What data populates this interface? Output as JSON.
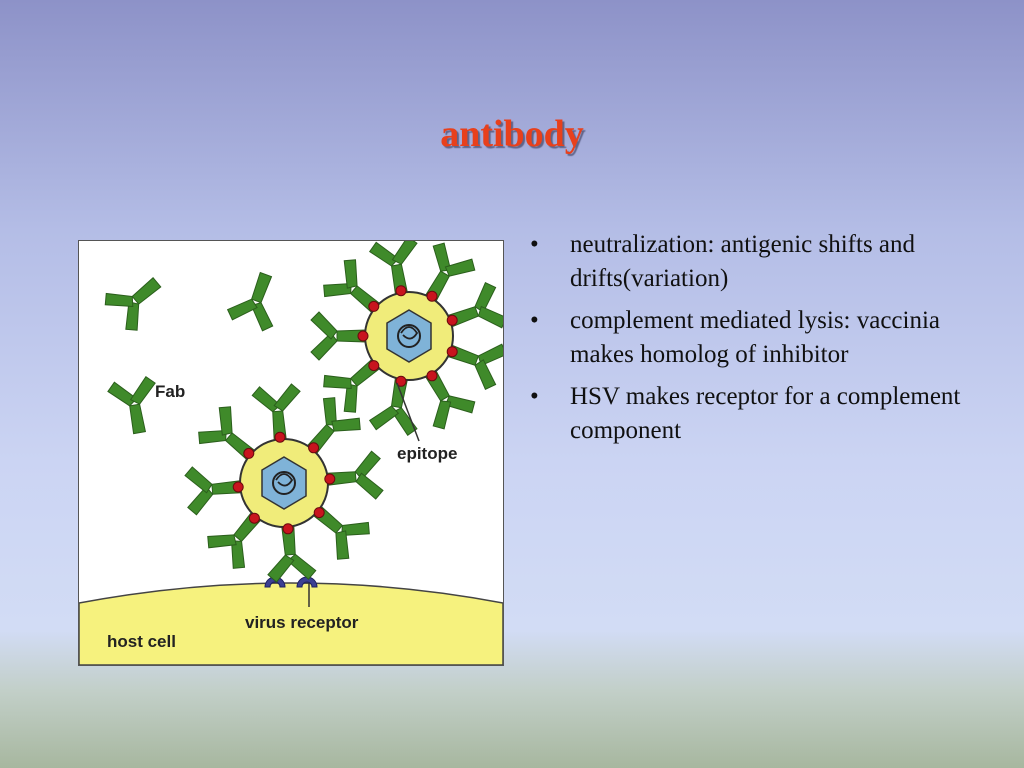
{
  "slide": {
    "title": "antibody"
  },
  "figure": {
    "labels": {
      "fab": "Fab",
      "epitope": "epitope",
      "virus_receptor": "virus receptor",
      "host_cell": "host cell"
    },
    "colors": {
      "antibody": "#3f8a2a",
      "epitope": "#c8141e",
      "virus_envelope": "#f0ec7a",
      "capsid": "#7fb3d8",
      "host_cell": "#f6f27e",
      "receptor": "#3b3f92"
    }
  },
  "bullets": [
    {
      "marker": "•",
      "text": "neutralization: antigenic shifts and drifts(variation)"
    },
    {
      "marker": "•",
      "text": "complement mediated lysis: vaccinia makes homolog of inhibitor"
    },
    {
      "marker": "•",
      "text": "HSV makes receptor for a complement component"
    }
  ]
}
